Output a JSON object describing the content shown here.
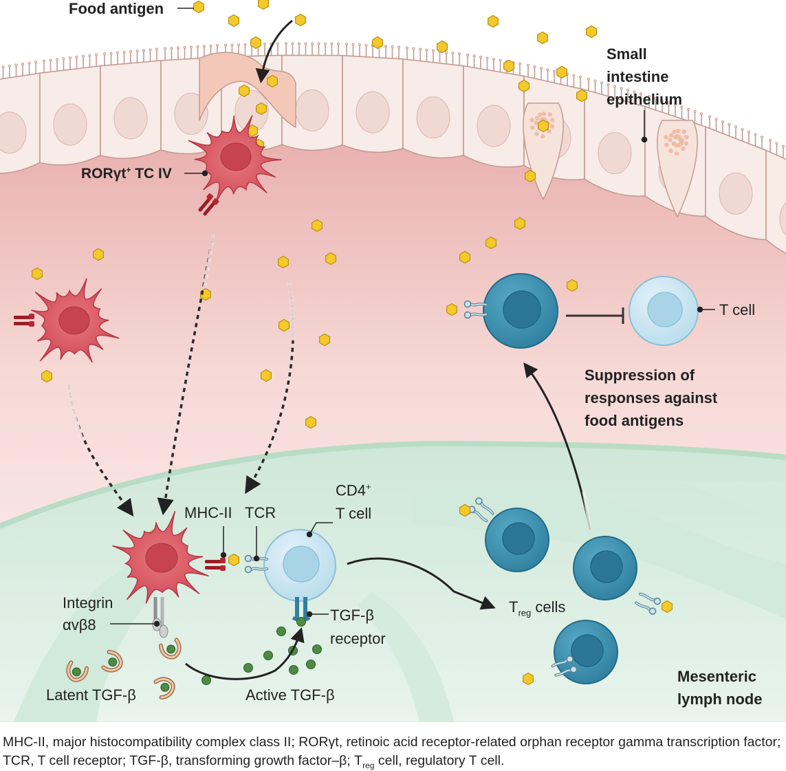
{
  "labels": {
    "food_antigen": "Food antigen",
    "epithelium_line1": "Small",
    "epithelium_line2": "intestine",
    "epithelium_line3": "epithelium",
    "rorgt_cell_name": "RORγt",
    "rorgt_cell_sup": "+",
    "rorgt_cell_rest": " TC IV",
    "t_cell": "T cell",
    "suppression_line1": "Suppression of",
    "suppression_line2": "responses against",
    "suppression_line3": "food antigens",
    "mhc_ii": "MHC-II",
    "tcr": "TCR",
    "cd4_name": "CD4",
    "cd4_sup": "+",
    "cd4_line2": "T cell",
    "integrin_line1": "Integrin",
    "integrin_line2": "αvβ8",
    "tgf_receptor_line1": "TGF-β",
    "tgf_receptor_line2": "receptor",
    "treg_T": "T",
    "treg_sub": "reg",
    "treg_rest": " cells",
    "latent_tgf": "Latent TGF-β",
    "active_tgf": "Active TGF-β",
    "lymph_line1": "Mesenteric",
    "lymph_line2": "lymph node"
  },
  "caption": {
    "part1": "MHC-II, major histocompatibility complex class II; RORγt, retinoic acid receptor-related orphan receptor gamma transcription factor; TCR, T cell receptor; TGF-β, transforming growth factor–β; T",
    "sub": "reg",
    "part2": " cell, regulatory T cell."
  },
  "colors": {
    "tissue_pink": "#f1c9c6",
    "lymph_green": "#dcefe3",
    "epithelial_cell": "#f7ece7",
    "dendritic_cell": "#d9535d",
    "antigen": "#f4c928",
    "treg": "#3e94b4",
    "t_cell": "#c5e3f1",
    "active_tgf": "#4e8a43"
  }
}
